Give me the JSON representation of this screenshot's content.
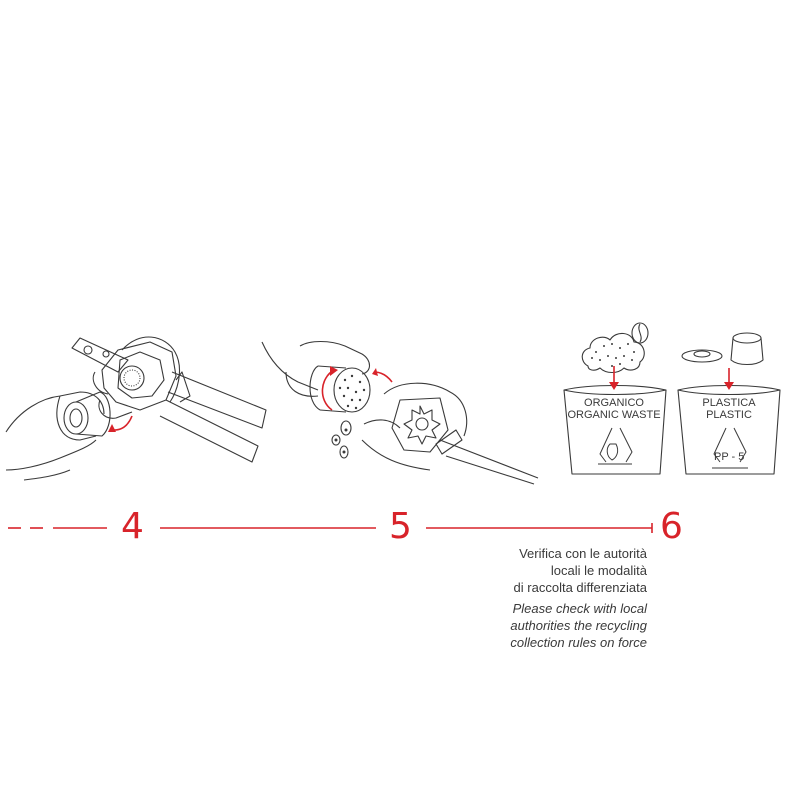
{
  "steps": [
    {
      "number": "4"
    },
    {
      "number": "5"
    },
    {
      "number": "6"
    }
  ],
  "bins": {
    "organic": {
      "line1": "ORGANICO",
      "line2": "ORGANIC WASTE"
    },
    "plastic": {
      "line1": "PLASTICA",
      "line2": "PLASTIC",
      "code": "PP - 5"
    }
  },
  "note_it": [
    "Verifica con le autorità",
    "locali le modalità",
    "di raccolta differenziata"
  ],
  "note_en": [
    "Please check with local",
    "authorities the recycling",
    "collection rules on force"
  ],
  "colors": {
    "accent": "#d8232a",
    "line": "#3a3a3a"
  }
}
